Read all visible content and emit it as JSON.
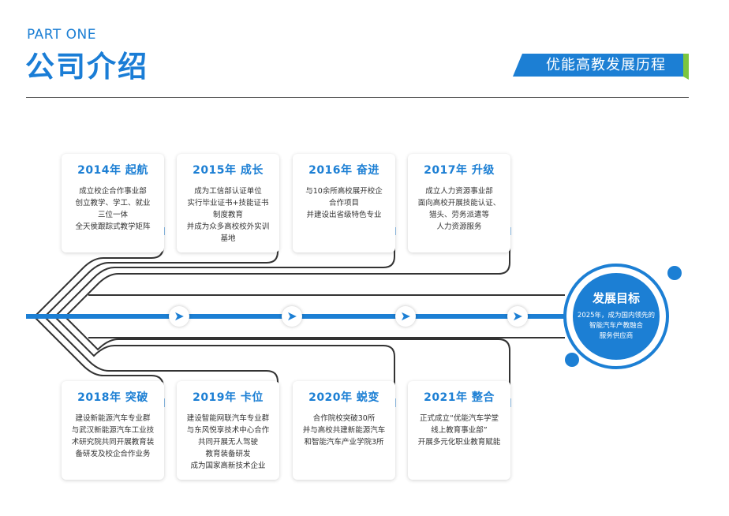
{
  "header": {
    "part_label": "PART ONE",
    "title": "公司介绍",
    "subtitle": "优能高教发展历程"
  },
  "colors": {
    "accent": "#1c7fd4",
    "line": "#333333",
    "green_accent": "#7cc63f"
  },
  "milestones_top": [
    {
      "title": "2014年 起航",
      "lines": [
        "成立校企合作事业部",
        "创立教学、学工、就业",
        "三位一体",
        "全天侯跟踪式教学矩阵"
      ]
    },
    {
      "title": "2015年 成长",
      "lines": [
        "成为工信部认证单位",
        "实行毕业证书+技能证书",
        "制度教育",
        "并成为众多高校校外实训",
        "基地"
      ]
    },
    {
      "title": "2016年 奋进",
      "lines": [
        "与10余所高校展开校企",
        "合作项目",
        "并建设出省级特色专业"
      ]
    },
    {
      "title": "2017年 升级",
      "lines": [
        "成立人力资源事业部",
        "面向高校开展技能认证、",
        "猎头、劳务派遣等",
        "人力资源服务"
      ]
    }
  ],
  "milestones_bottom": [
    {
      "title": "2018年 突破",
      "lines": [
        "建设新能源汽车专业群",
        "与武汉新能源汽车工业技",
        "术研究院共同开展教育装",
        "备研发及校企合作业务"
      ]
    },
    {
      "title": "2019年 卡位",
      "lines": [
        "建设智能网联汽车专业群",
        "与东风悦享技术中心合作",
        "共同开展无人驾驶",
        "教育装备研发",
        "成为国家高新技术企业"
      ]
    },
    {
      "title": "2020年 蜕变",
      "lines": [
        "合作院校突破30所",
        "并与高校共建新能源汽车",
        "和智能汽车产业学院3所"
      ]
    },
    {
      "title": "2021年 整合",
      "lines": [
        "正式成立“优能汽车学堂",
        "线上教育事业部”",
        "开展多元化职业教育赋能"
      ]
    }
  ],
  "goal": {
    "title": "发展目标",
    "lines": [
      "2025年，成为国内领先的",
      "智能汽车产教融合",
      "服务供应商"
    ]
  },
  "icons": {
    "arrow": "play-arrow-icon"
  }
}
